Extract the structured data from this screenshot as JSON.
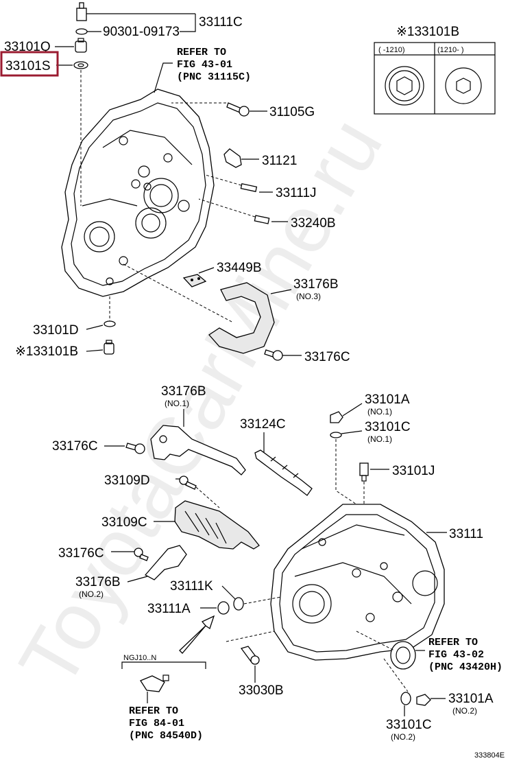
{
  "watermark": "ToyotaCarMine.ru",
  "diagram_code": "333804E",
  "labels": {
    "p33111C": "33111C",
    "p90301": "90301-09173",
    "p33101Q": "33101Q",
    "p33101S": "33101S",
    "p33105G": "31105G",
    "p31121": "31121",
    "p33111J": "33111J",
    "p33240B": "33240B",
    "p33449B": "33449B",
    "p33176B_top": "33176B",
    "p33176B_top_sub": "(NO.3)",
    "p33101D": "33101D",
    "p33101B_left": "※133101B",
    "p33176C_top": "33176C",
    "p33176B_no1": "33176B",
    "p33176B_no1_sub": "(NO.1)",
    "p33124C": "33124C",
    "p33101A_no1": "33101A",
    "p33101A_no1_sub": "(NO.1)",
    "p33101C_no1": "33101C",
    "p33101C_no1_sub": "(NO.1)",
    "p33176C_mid": "33176C",
    "p33101J": "33101J",
    "p33109D": "33109D",
    "p33109C": "33109C",
    "p33111": "33111",
    "p33176C_low": "33176C",
    "p33176B_no2": "33176B",
    "p33176B_no2_sub": "(NO.2)",
    "p33111K": "33111K",
    "p33111A": "33111A",
    "p33030B": "33030B",
    "p33101A_no2": "33101A",
    "p33101A_no2_sub": "(NO.2)",
    "p33101C_no2": "33101C",
    "p33101C_no2_sub": "(NO.2)",
    "ngj": "NGJ10..N"
  },
  "refs": {
    "ref_top": [
      "REFER TO",
      "FIG 43-01",
      "(PNC 31115C)"
    ],
    "ref_right": [
      "REFER TO",
      "FIG 43-02",
      "(PNC 43420H)"
    ],
    "ref_bottom": [
      "REFER TO",
      "FIG 84-01",
      "(PNC 84540D)"
    ]
  },
  "inset": {
    "title": "※133101B",
    "col1": "(     -1210)",
    "col2": "(1210-        )"
  },
  "highlight_color": "#9b1b30"
}
